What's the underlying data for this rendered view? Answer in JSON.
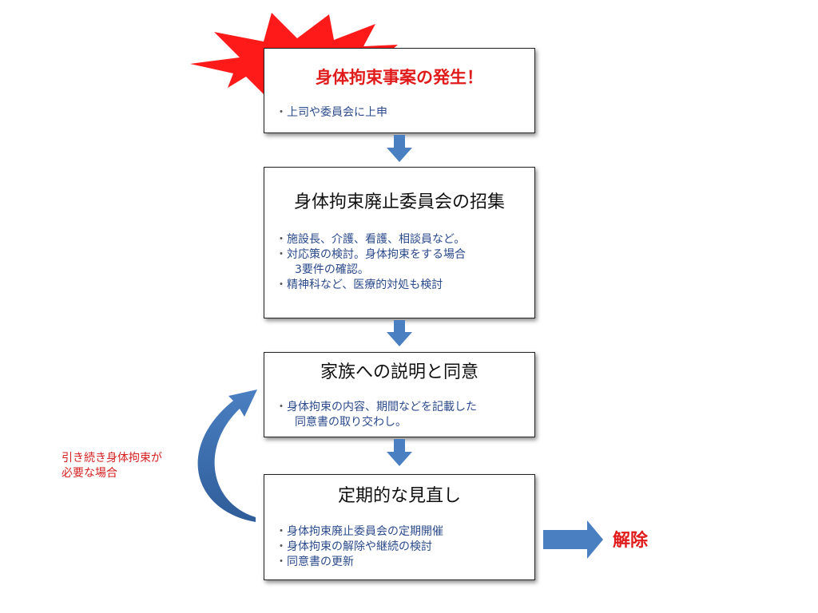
{
  "steps": [
    {
      "title": "身体拘束事案の発生！",
      "bullets": [
        "上司や委員会に上申"
      ]
    },
    {
      "title": "身体拘束廃止委員会の招集",
      "bullets": [
        "施設長、介護、看護、相談員など。",
        "対応策の検討。身体拘束をする場合",
        "精神科など、医療的対処も検討"
      ],
      "continuation": "3要件の確認。"
    },
    {
      "title": "家族への説明と同意",
      "bullets": [
        "身体拘束の内容、期間などを記載した"
      ],
      "continuation": "同意書の取り交わし。"
    },
    {
      "title": "定期的な見直し",
      "bullets": [
        "身体拘束廃止委員会の定期開催",
        "身体拘束の解除や継続の検討",
        "同意書の更新"
      ]
    }
  ],
  "loop_label": [
    "引き続き身体拘束が",
    "必要な場合"
  ],
  "release_label": "解除",
  "bullet_marker": "・",
  "colors": {
    "alert_red": "#e01b1b",
    "bullet_text": "#2b4a8b",
    "arrow_blue": "#4a7fc1",
    "burst_red": "#ff1a1a"
  }
}
